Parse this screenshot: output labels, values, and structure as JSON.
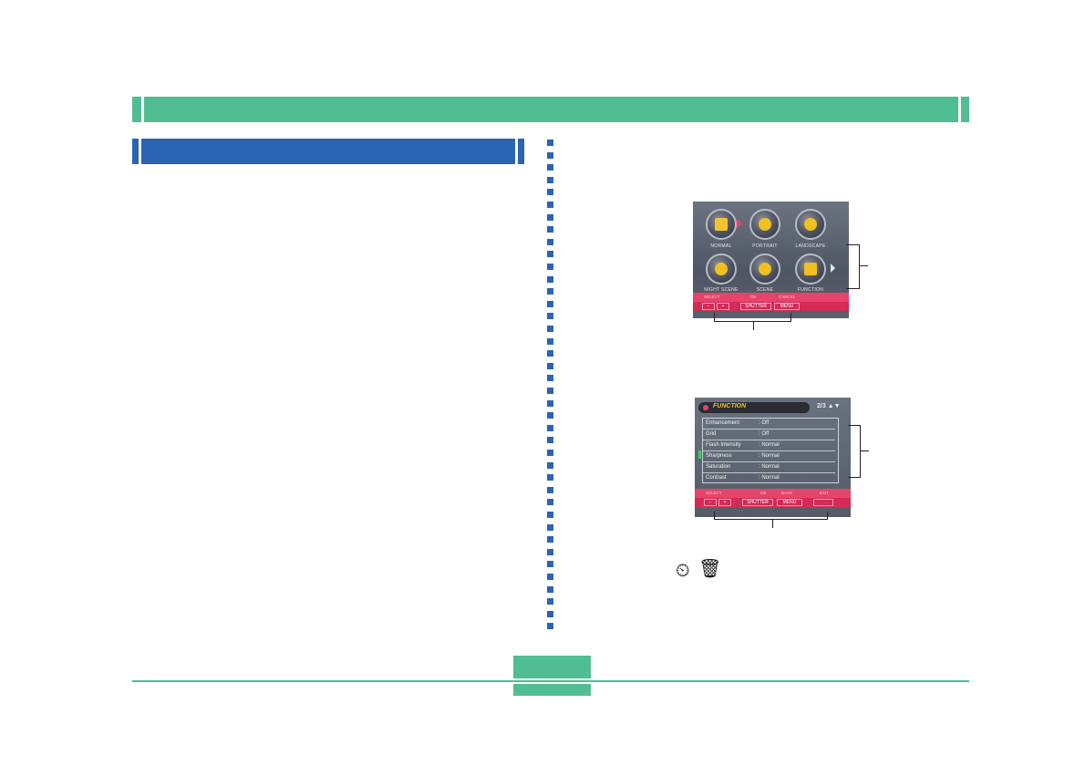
{
  "screen1": {
    "icons": [
      {
        "label": "NORMAL",
        "icon": "normal-icon"
      },
      {
        "label": "PORTRAIT",
        "icon": "portrait-icon"
      },
      {
        "label": "LANDSCAPE",
        "icon": "landscape-icon"
      },
      {
        "label": "NIGHT SCENE",
        "icon": "night-scene-icon"
      },
      {
        "label": "SCENE",
        "icon": "scene-icon"
      },
      {
        "label": "FUNCTION",
        "icon": "function-icon"
      }
    ],
    "footer_labels": {
      "select": "SELECT",
      "ok": "OK",
      "cancel": "CANCEL"
    },
    "footer_buttons": {
      "minus": "−",
      "plus": "+",
      "shutter": "SHUTTER",
      "menu": "MENU"
    }
  },
  "screen2": {
    "title": "FUNCTION",
    "page": "2/3 ▲▼",
    "rows": [
      {
        "key": "Enhancement",
        "value": ": Off"
      },
      {
        "key": "Grid",
        "value": ": Off"
      },
      {
        "key": "Flash Intensity",
        "value": ": Normal"
      },
      {
        "key": "Sharpness",
        "value": ": Normal"
      },
      {
        "key": "Saturation",
        "value": ": Normal"
      },
      {
        "key": "Contrast",
        "value": ": Normal"
      }
    ],
    "footer_labels": {
      "select": "SELECT",
      "ok": "OK",
      "back": "BACK",
      "exit": "EXIT"
    },
    "footer_buttons": {
      "minus": "−",
      "plus": "+",
      "shutter": "SHUTTER",
      "menu": "MENU"
    }
  },
  "glyphs": {
    "timer": "⏲",
    "trash": "🗑"
  },
  "colors": {
    "green": "#50bd92",
    "blue": "#2b63b5",
    "pink": "#e8436a"
  }
}
